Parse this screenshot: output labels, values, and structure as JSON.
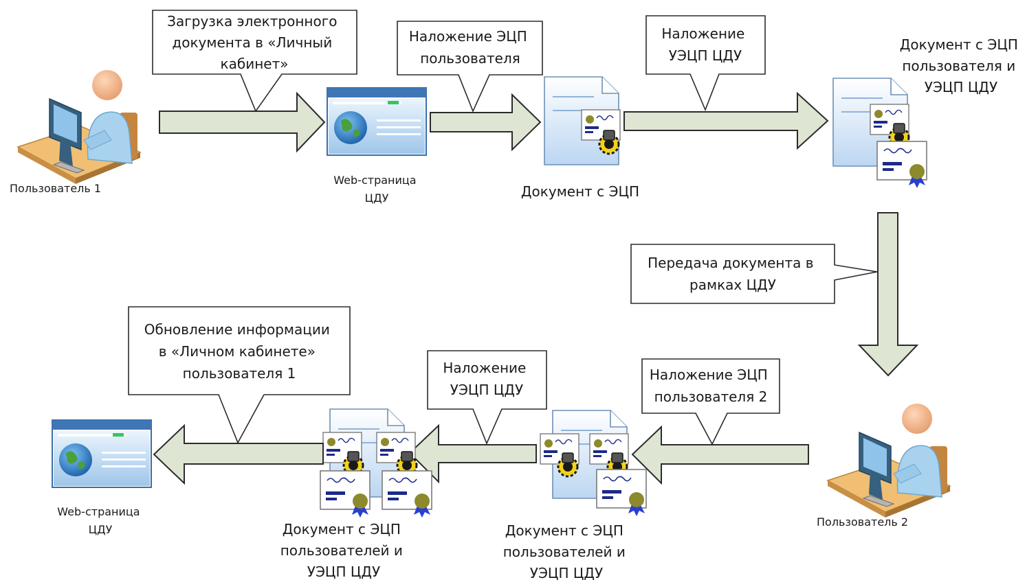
{
  "actors": {
    "user1": "Пользователь 1",
    "user2": "Пользователь 2"
  },
  "web_page": {
    "line1": "Web-страница",
    "line2": "ЦДУ"
  },
  "callouts": {
    "upload": [
      "Загрузка электронного",
      "документа в «Личный",
      "кабинет»"
    ],
    "user_sign_1": [
      "Наложение ЭЦП",
      "пользователя"
    ],
    "cdu_sign_1": [
      "Наложение",
      "УЭЦП ЦДУ"
    ],
    "transfer": [
      "Передача документа в",
      "рамках ЦДУ"
    ],
    "user_sign_2": [
      "Наложение ЭЦП",
      "пользователя 2"
    ],
    "cdu_sign_2": [
      "Наложение",
      "УЭЦП ЦДУ"
    ],
    "update": [
      "Обновление информации",
      "в «Личном кабинете»",
      "пользователя 1"
    ]
  },
  "documents": {
    "doc_user_sig": "Документ с ЭЦП",
    "doc_user_cdu": [
      "Документ с ЭЦП",
      "пользователя и",
      "УЭЦП ЦДУ"
    ],
    "doc_users_cdu_a": [
      "Документ с ЭЦП",
      "пользователей и",
      "УЭЦП ЦДУ"
    ],
    "doc_users_cdu_b": [
      "Документ с ЭЦП",
      "пользователей и",
      "УЭЦП ЦДУ"
    ]
  },
  "colors": {
    "arrow_fill": "#dfe5d3",
    "doc_blue": "#cfe2f7",
    "cert_seal": "#8c8a2c",
    "ribbon": "#2a3fd1",
    "person_shirt": "#a9d2ef",
    "desk": "#f2c27a"
  }
}
